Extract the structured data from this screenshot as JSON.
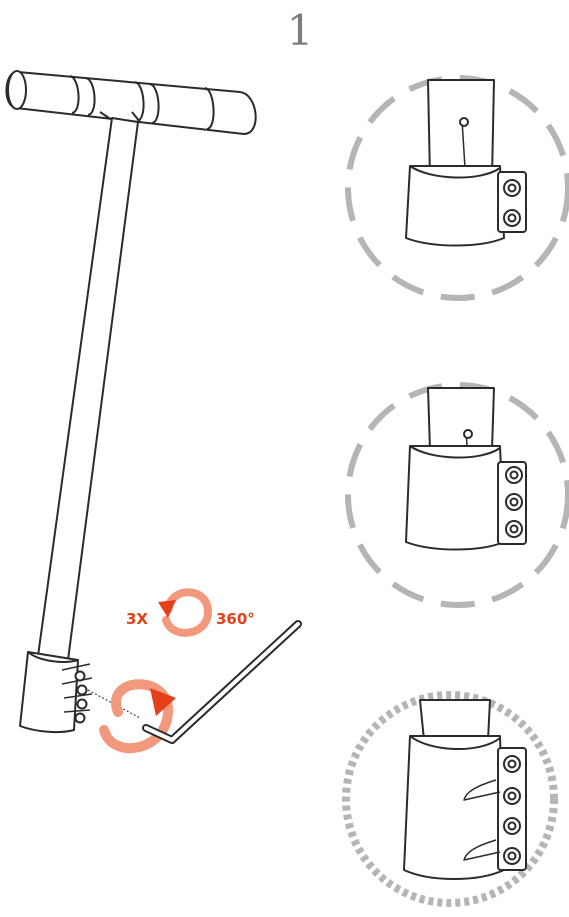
{
  "step_number": "1",
  "instruction": {
    "turns_label": "3X",
    "rotation_label": "360°"
  },
  "colors": {
    "line_art": "#2b2b2b",
    "detail_ring": "#b5b5b5",
    "accent_red": "#e5401a",
    "accent_light": "#f2997d",
    "step_number": "#7d7d7d"
  },
  "icons": [
    "t-handle-icon",
    "hex-key-icon",
    "rotation-arrow-icon",
    "clamp-detail-icon"
  ]
}
